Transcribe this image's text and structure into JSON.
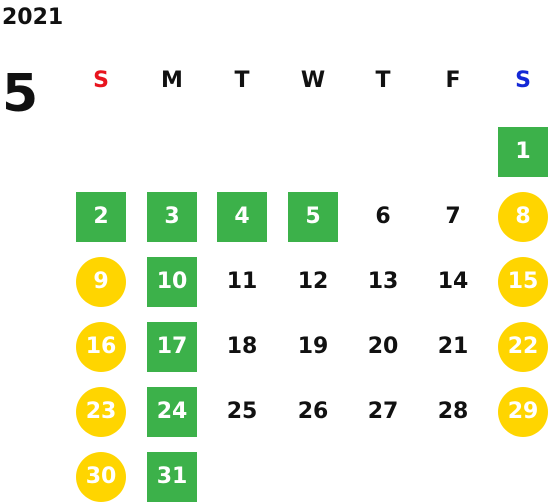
{
  "calendar": {
    "year": "2021",
    "month": "5",
    "weekdays": [
      {
        "label": "S",
        "color": "#e8141e"
      },
      {
        "label": "M",
        "color": "#111111"
      },
      {
        "label": "T",
        "color": "#111111"
      },
      {
        "label": "W",
        "color": "#111111"
      },
      {
        "label": "T",
        "color": "#111111"
      },
      {
        "label": "F",
        "color": "#111111"
      },
      {
        "label": "S",
        "color": "#1428d6"
      }
    ],
    "legend_colors": {
      "green_day": "#3cb14a",
      "yellow_day": "#ffd500"
    },
    "weeks": [
      [
        {
          "day": "",
          "mark": "none"
        },
        {
          "day": "",
          "mark": "none"
        },
        {
          "day": "",
          "mark": "none"
        },
        {
          "day": "",
          "mark": "none"
        },
        {
          "day": "",
          "mark": "none"
        },
        {
          "day": "",
          "mark": "none"
        },
        {
          "day": "1",
          "mark": "green"
        }
      ],
      [
        {
          "day": "2",
          "mark": "green"
        },
        {
          "day": "3",
          "mark": "green"
        },
        {
          "day": "4",
          "mark": "green"
        },
        {
          "day": "5",
          "mark": "green"
        },
        {
          "day": "6",
          "mark": "none"
        },
        {
          "day": "7",
          "mark": "none"
        },
        {
          "day": "8",
          "mark": "yellow"
        }
      ],
      [
        {
          "day": "9",
          "mark": "yellow"
        },
        {
          "day": "10",
          "mark": "green"
        },
        {
          "day": "11",
          "mark": "none"
        },
        {
          "day": "12",
          "mark": "none"
        },
        {
          "day": "13",
          "mark": "none"
        },
        {
          "day": "14",
          "mark": "none"
        },
        {
          "day": "15",
          "mark": "yellow"
        }
      ],
      [
        {
          "day": "16",
          "mark": "yellow"
        },
        {
          "day": "17",
          "mark": "green"
        },
        {
          "day": "18",
          "mark": "none"
        },
        {
          "day": "19",
          "mark": "none"
        },
        {
          "day": "20",
          "mark": "none"
        },
        {
          "day": "21",
          "mark": "none"
        },
        {
          "day": "22",
          "mark": "yellow"
        }
      ],
      [
        {
          "day": "23",
          "mark": "yellow"
        },
        {
          "day": "24",
          "mark": "green"
        },
        {
          "day": "25",
          "mark": "none"
        },
        {
          "day": "26",
          "mark": "none"
        },
        {
          "day": "27",
          "mark": "none"
        },
        {
          "day": "28",
          "mark": "none"
        },
        {
          "day": "29",
          "mark": "yellow"
        }
      ],
      [
        {
          "day": "30",
          "mark": "yellow"
        },
        {
          "day": "31",
          "mark": "green"
        },
        {
          "day": "",
          "mark": "none"
        },
        {
          "day": "",
          "mark": "none"
        },
        {
          "day": "",
          "mark": "none"
        },
        {
          "day": "",
          "mark": "none"
        },
        {
          "day": "",
          "mark": "none"
        }
      ]
    ]
  }
}
